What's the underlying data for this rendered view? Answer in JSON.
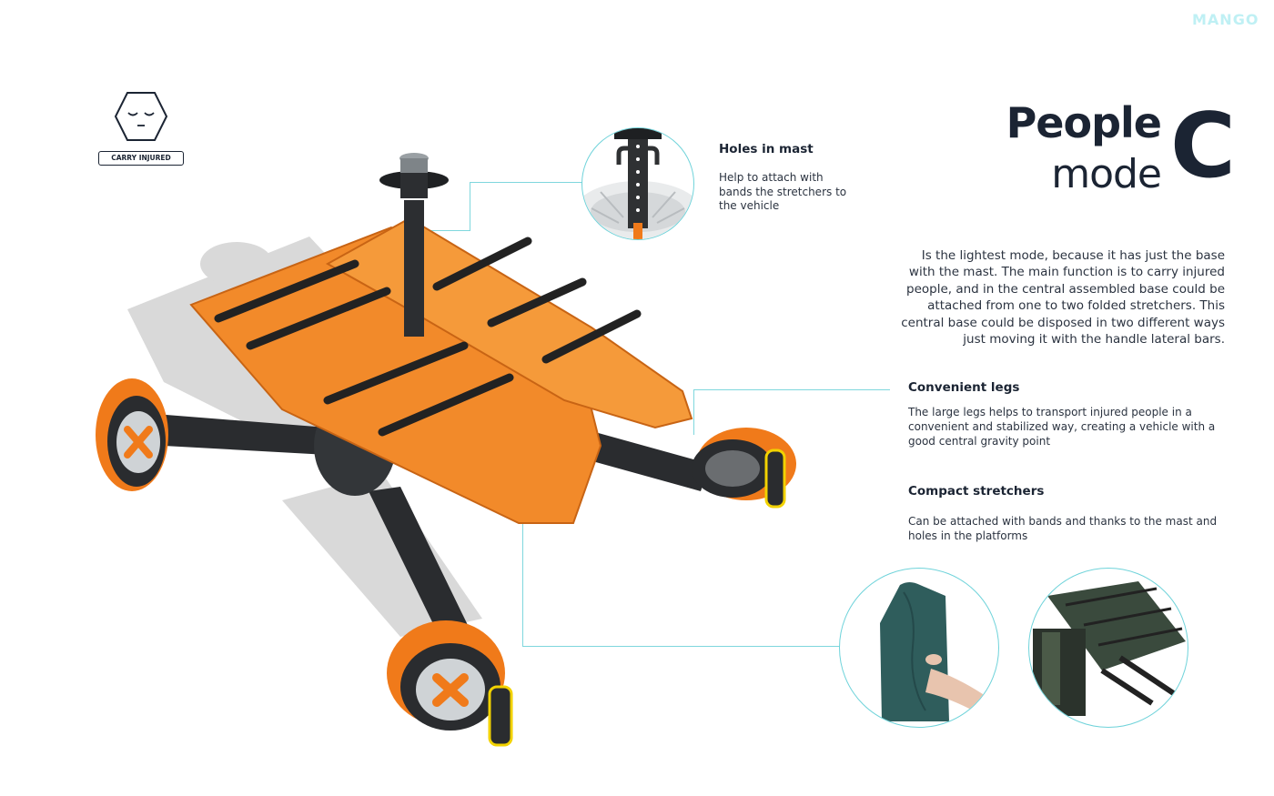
{
  "brand": "MANGO",
  "badge": {
    "label": "CARRY INJURED",
    "icon": "sleeping-face-hexagon-icon"
  },
  "title": {
    "line1": "People",
    "line2": "mode",
    "letter": "C"
  },
  "description": "Is the lightest mode, because it has just the base with the mast. The main function is to carry injured people, and in the central assembled base could be attached from one to two folded stretchers. This central base could be disposed in two different ways just moving it with the handle lateral bars.",
  "features": [
    {
      "heading": "Holes in mast",
      "text": "Help to attach with bands the stretchers to the vehicle"
    },
    {
      "heading": "Convenient legs",
      "text": "The large legs helps to transport injured people in a convenient and stabilized way, creating a vehicle with a good central gravity point"
    },
    {
      "heading": "Compact stretchers",
      "text": "Can be attached with bands and thanks to the mast and holes in the platforms"
    }
  ],
  "colors": {
    "accent_orange": "#f07a1a",
    "dark": "#1b2433",
    "callout": "#7fd7dd"
  }
}
